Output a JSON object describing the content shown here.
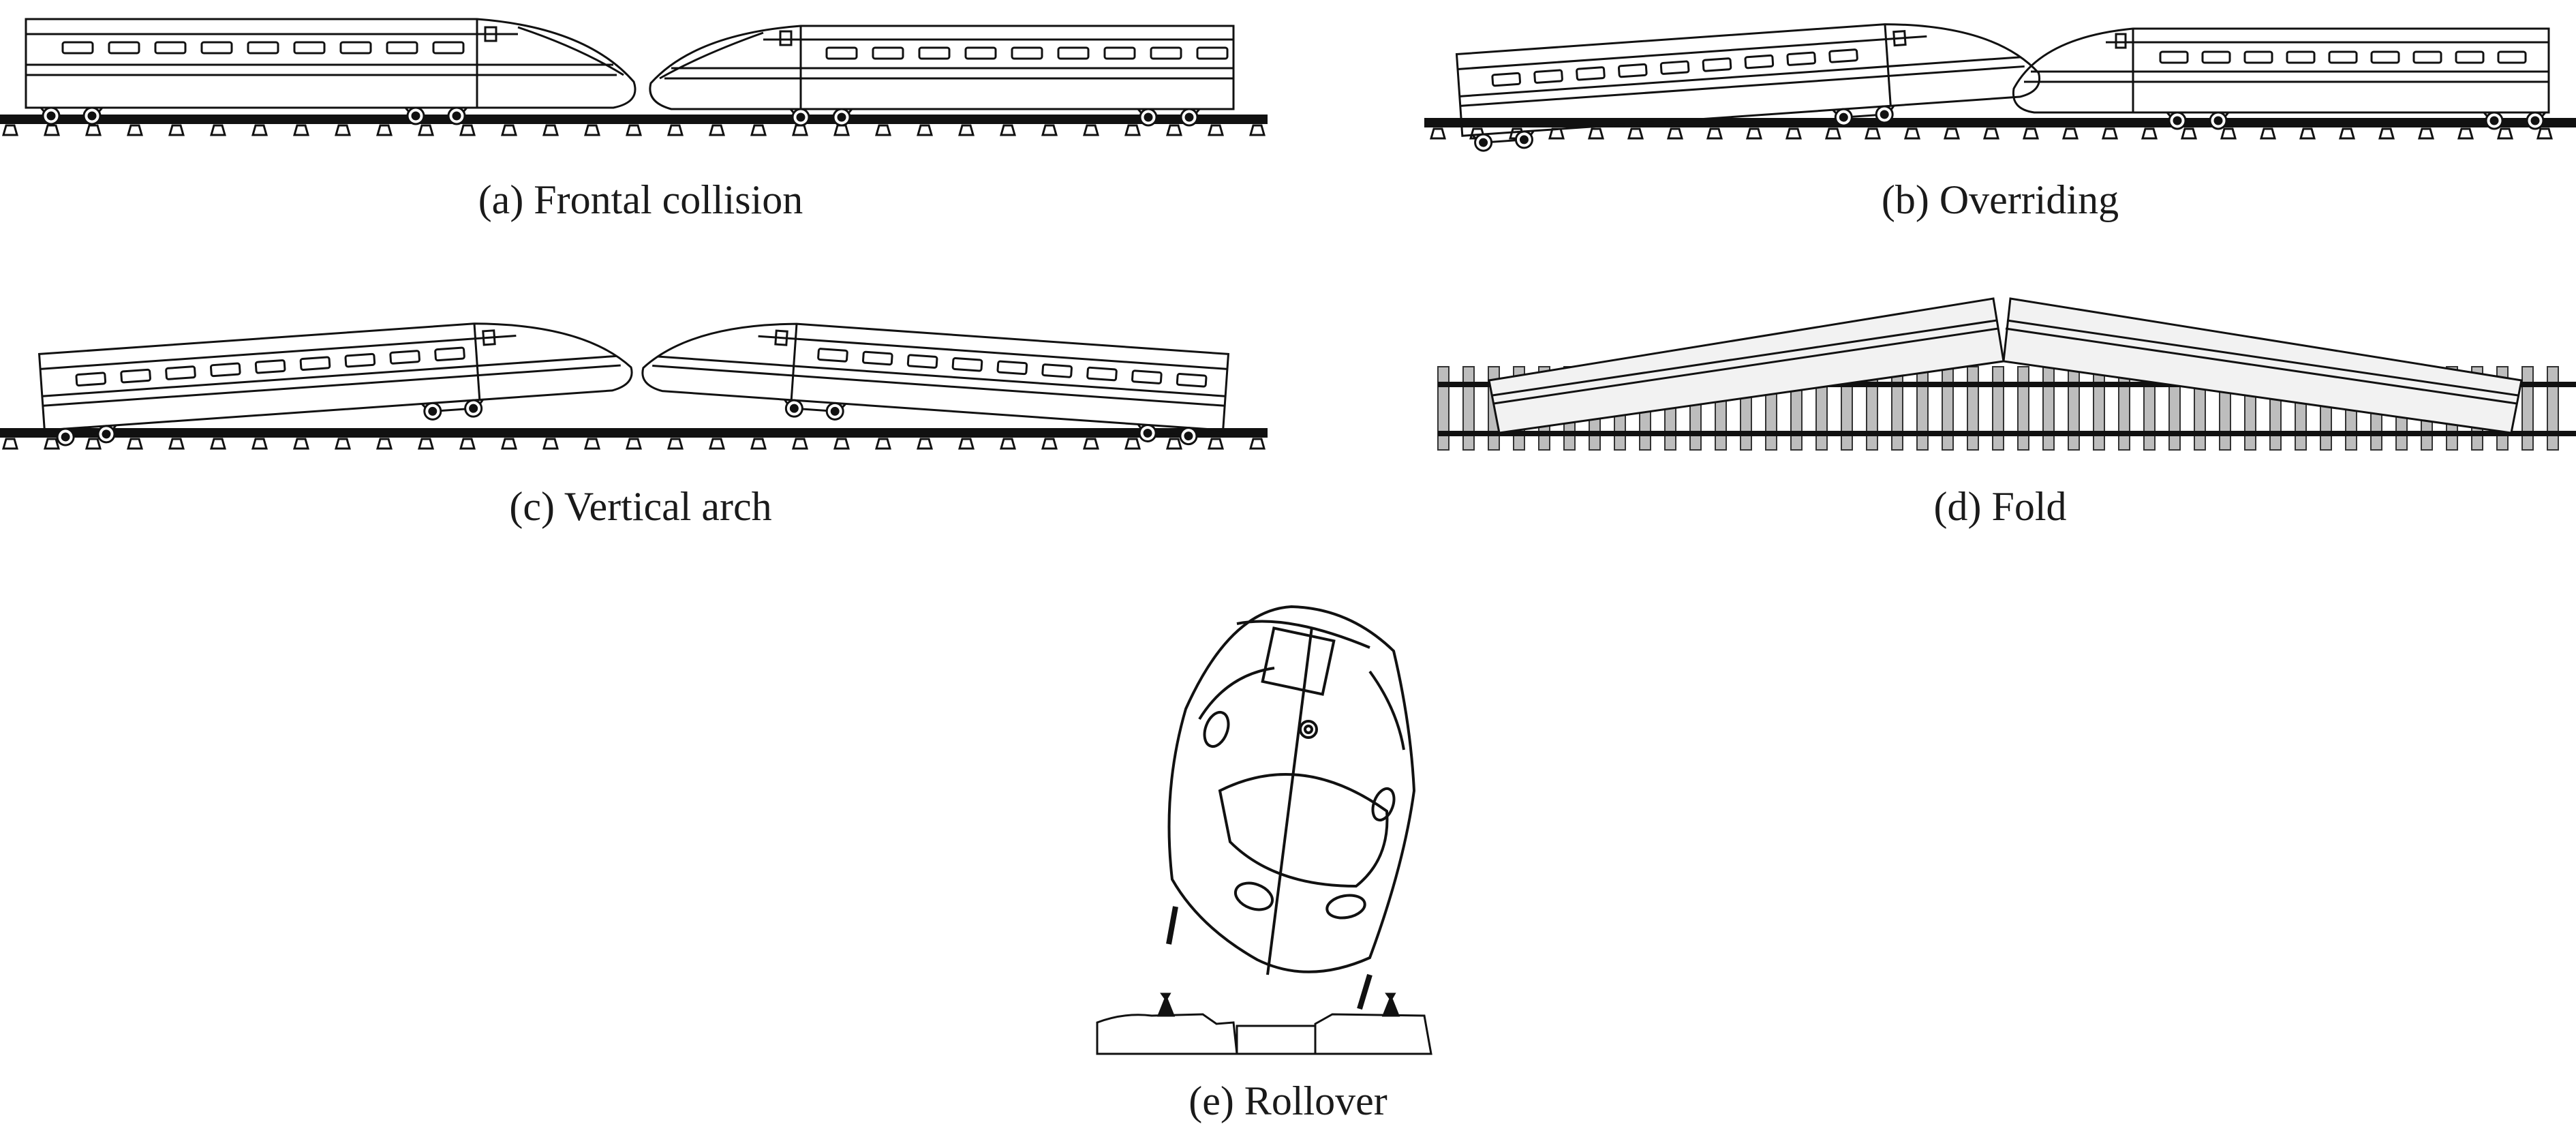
{
  "figure": {
    "panels": [
      {
        "id": "a",
        "caption": "(a) Frontal collision"
      },
      {
        "id": "b",
        "caption": "(b) Overriding"
      },
      {
        "id": "c",
        "caption": "(c) Vertical arch"
      },
      {
        "id": "d",
        "caption": "(d) Fold"
      },
      {
        "id": "e",
        "caption": "(e) Rollover"
      }
    ]
  }
}
